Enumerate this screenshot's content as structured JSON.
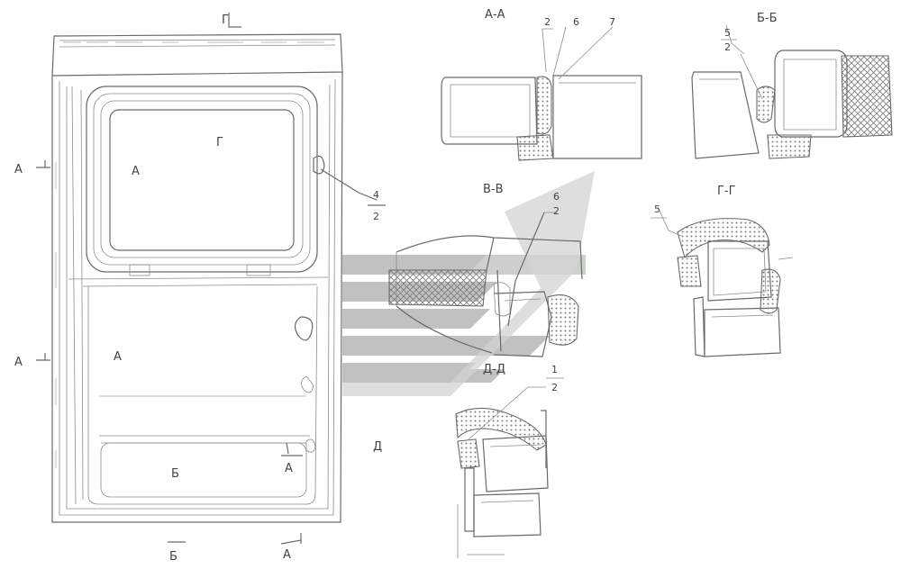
{
  "labels": {
    "top_callout": "Г",
    "left_upper_a": "А",
    "left_lower_a": "А",
    "window_mark": "Г",
    "upper_ring": "А",
    "lower_ring": "А",
    "callout_4_2_num": "4",
    "callout_4_2_den": "2",
    "bottom_panel_b": "Б",
    "right_a": "А",
    "right_view_d": "Д",
    "bottom_b_den": "Б",
    "bottom_a_right": "А"
  },
  "sections": {
    "aa": "А-А",
    "bb": "Б-Б",
    "vv": "В-В",
    "gg": "Г-Г",
    "dd": "Д-Д"
  },
  "callouts": {
    "aa_2": "2",
    "aa_6": "6",
    "aa_7": "7",
    "bb_5": "5",
    "bb_den": "2",
    "vv_num": "6",
    "vv_den": "2",
    "gg_5": "5",
    "dd_num": "1",
    "dd_den": "2"
  },
  "colors": {
    "line": "#6a6a6a",
    "watermark": "#b9beb9"
  }
}
